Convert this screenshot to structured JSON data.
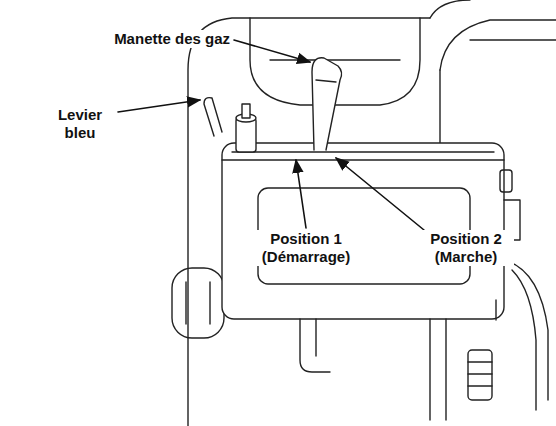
{
  "diagram": {
    "labels": [
      "Manette des gaz",
      "Levier bleu",
      "Position 1 (Démarrage)",
      "Position 2 (Marche)"
    ]
  }
}
